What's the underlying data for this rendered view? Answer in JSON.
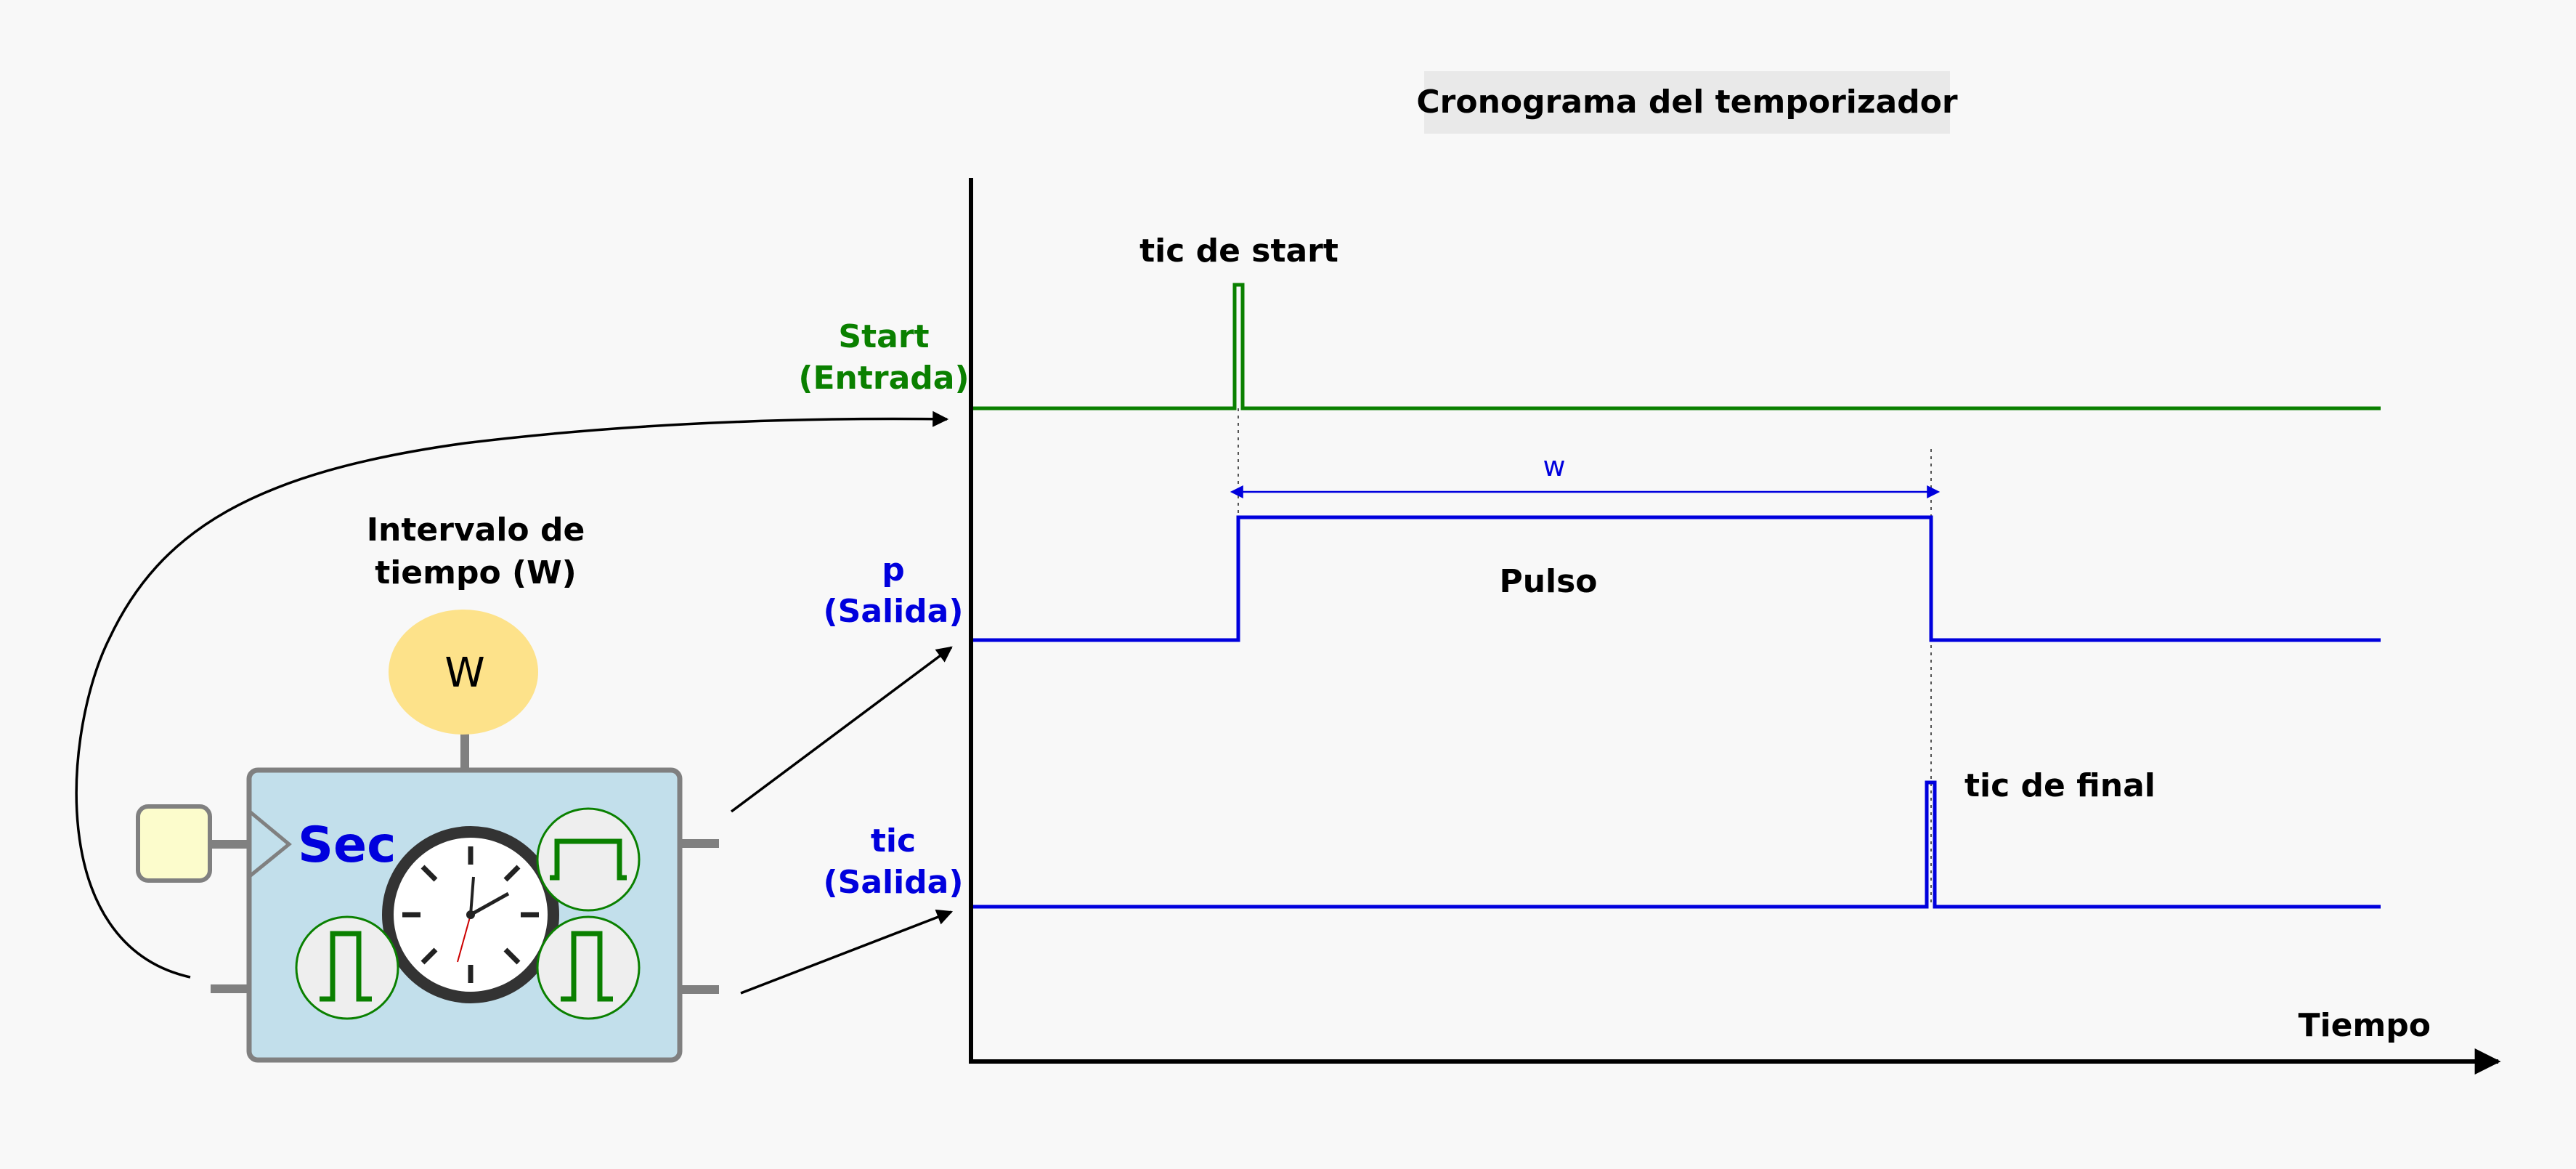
{
  "title": "Cronograma del temporizador",
  "signals": {
    "start_line1": "Start",
    "start_line2": "(Entrada)",
    "p_line1": "p",
    "p_line2": "(Salida)",
    "tic_line1": "tic",
    "tic_line2": "(Salida)"
  },
  "annotations": {
    "tic_start": "tic de start",
    "tic_final": "tic de final",
    "pulse": "Pulso",
    "interval_w": "w"
  },
  "axis": {
    "time_label": "Tiempo"
  },
  "component": {
    "interval_label_line1": "Intervalo de",
    "interval_label_line2": "tiempo (W)",
    "w_param": "W",
    "name": "Sec"
  },
  "colors": {
    "start_signal": "#0a8000",
    "output_signal": "#0000dd",
    "box_fill": "#c2dfeb",
    "box_stroke": "#808080",
    "w_fill": "#fde28a",
    "input_fill": "#fcfccc",
    "title_bg": "#e9e9e9"
  }
}
